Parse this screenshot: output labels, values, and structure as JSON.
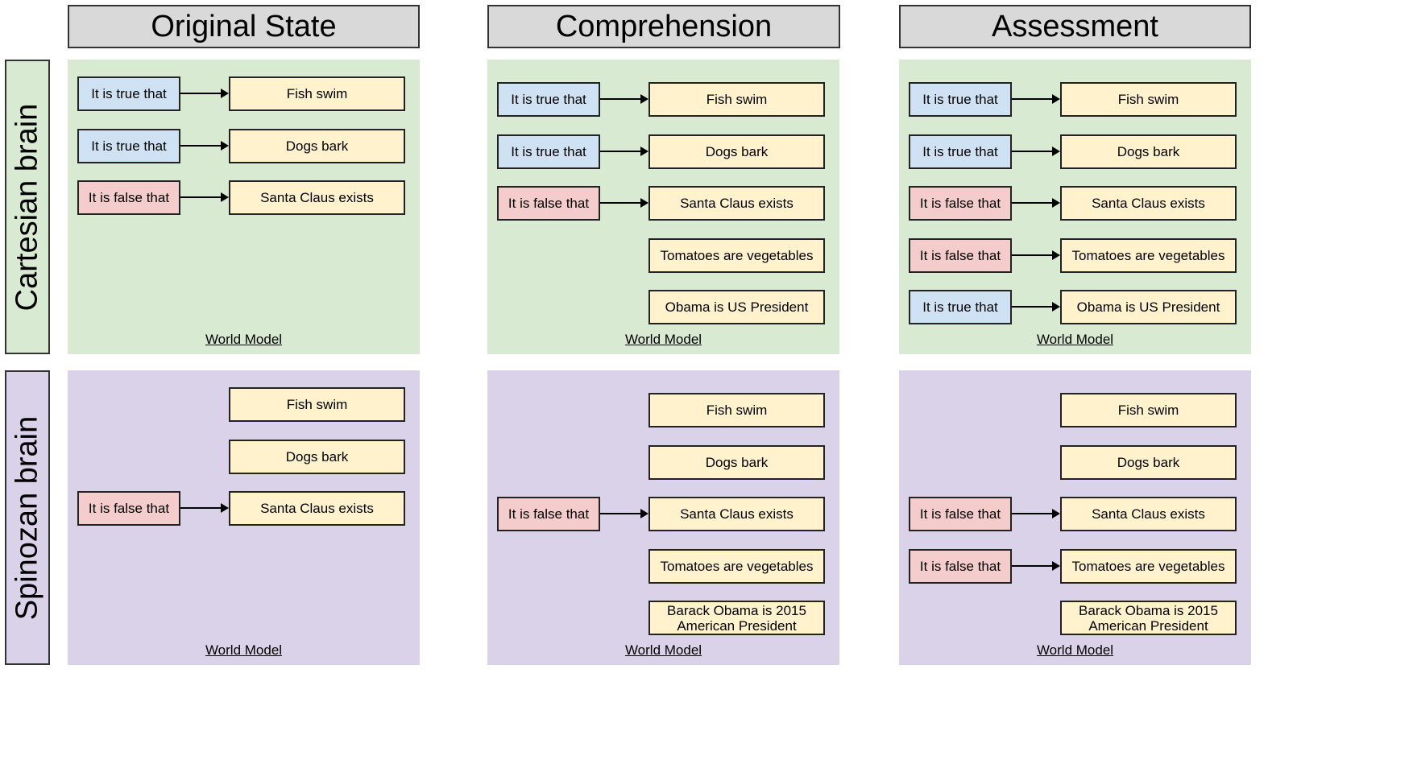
{
  "columns": [
    "Original State",
    "Comprehension",
    "Assessment"
  ],
  "rows": [
    "Cartesian brain",
    "Spinozan brain"
  ],
  "world_model_label": "World Model",
  "tags": {
    "true": "It is true that",
    "false": "It is false that"
  },
  "colors": {
    "header_bg": "#d9d9d9",
    "cartesian_bg": "#d9ead3",
    "spinozan_bg": "#d9d2e9",
    "true_tag": "#cfe2f3",
    "false_tag": "#f4cccc",
    "fact_box": "#fff2cc"
  },
  "panels": [
    {
      "row": "Cartesian brain",
      "column": "Original State",
      "items": [
        {
          "fact": "Fish swim",
          "tag": "true"
        },
        {
          "fact": "Dogs bark",
          "tag": "true"
        },
        {
          "fact": "Santa Claus exists",
          "tag": "false"
        }
      ]
    },
    {
      "row": "Cartesian brain",
      "column": "Comprehension",
      "items": [
        {
          "fact": "Fish swim",
          "tag": "true"
        },
        {
          "fact": "Dogs bark",
          "tag": "true"
        },
        {
          "fact": "Santa Claus exists",
          "tag": "false"
        },
        {
          "fact": "Tomatoes are vegetables",
          "tag": null
        },
        {
          "fact": "Obama is US President",
          "tag": null
        }
      ]
    },
    {
      "row": "Cartesian brain",
      "column": "Assessment",
      "items": [
        {
          "fact": "Fish swim",
          "tag": "true"
        },
        {
          "fact": "Dogs bark",
          "tag": "true"
        },
        {
          "fact": "Santa Claus exists",
          "tag": "false"
        },
        {
          "fact": "Tomatoes are vegetables",
          "tag": "false"
        },
        {
          "fact": "Obama is US President",
          "tag": "true"
        }
      ]
    },
    {
      "row": "Spinozan brain",
      "column": "Original State",
      "items": [
        {
          "fact": "Fish swim",
          "tag": null
        },
        {
          "fact": "Dogs bark",
          "tag": null
        },
        {
          "fact": "Santa Claus exists",
          "tag": "false"
        }
      ]
    },
    {
      "row": "Spinozan brain",
      "column": "Comprehension",
      "items": [
        {
          "fact": "Fish swim",
          "tag": null
        },
        {
          "fact": "Dogs bark",
          "tag": null
        },
        {
          "fact": "Santa Claus exists",
          "tag": "false"
        },
        {
          "fact": "Tomatoes are vegetables",
          "tag": null
        },
        {
          "fact": "Barack Obama is 2015 American President",
          "tag": null
        }
      ]
    },
    {
      "row": "Spinozan brain",
      "column": "Assessment",
      "items": [
        {
          "fact": "Fish swim",
          "tag": null
        },
        {
          "fact": "Dogs bark",
          "tag": null
        },
        {
          "fact": "Santa Claus exists",
          "tag": "false"
        },
        {
          "fact": "Tomatoes are vegetables",
          "tag": "false"
        },
        {
          "fact": "Barack Obama is 2015 American President",
          "tag": null
        }
      ]
    }
  ]
}
